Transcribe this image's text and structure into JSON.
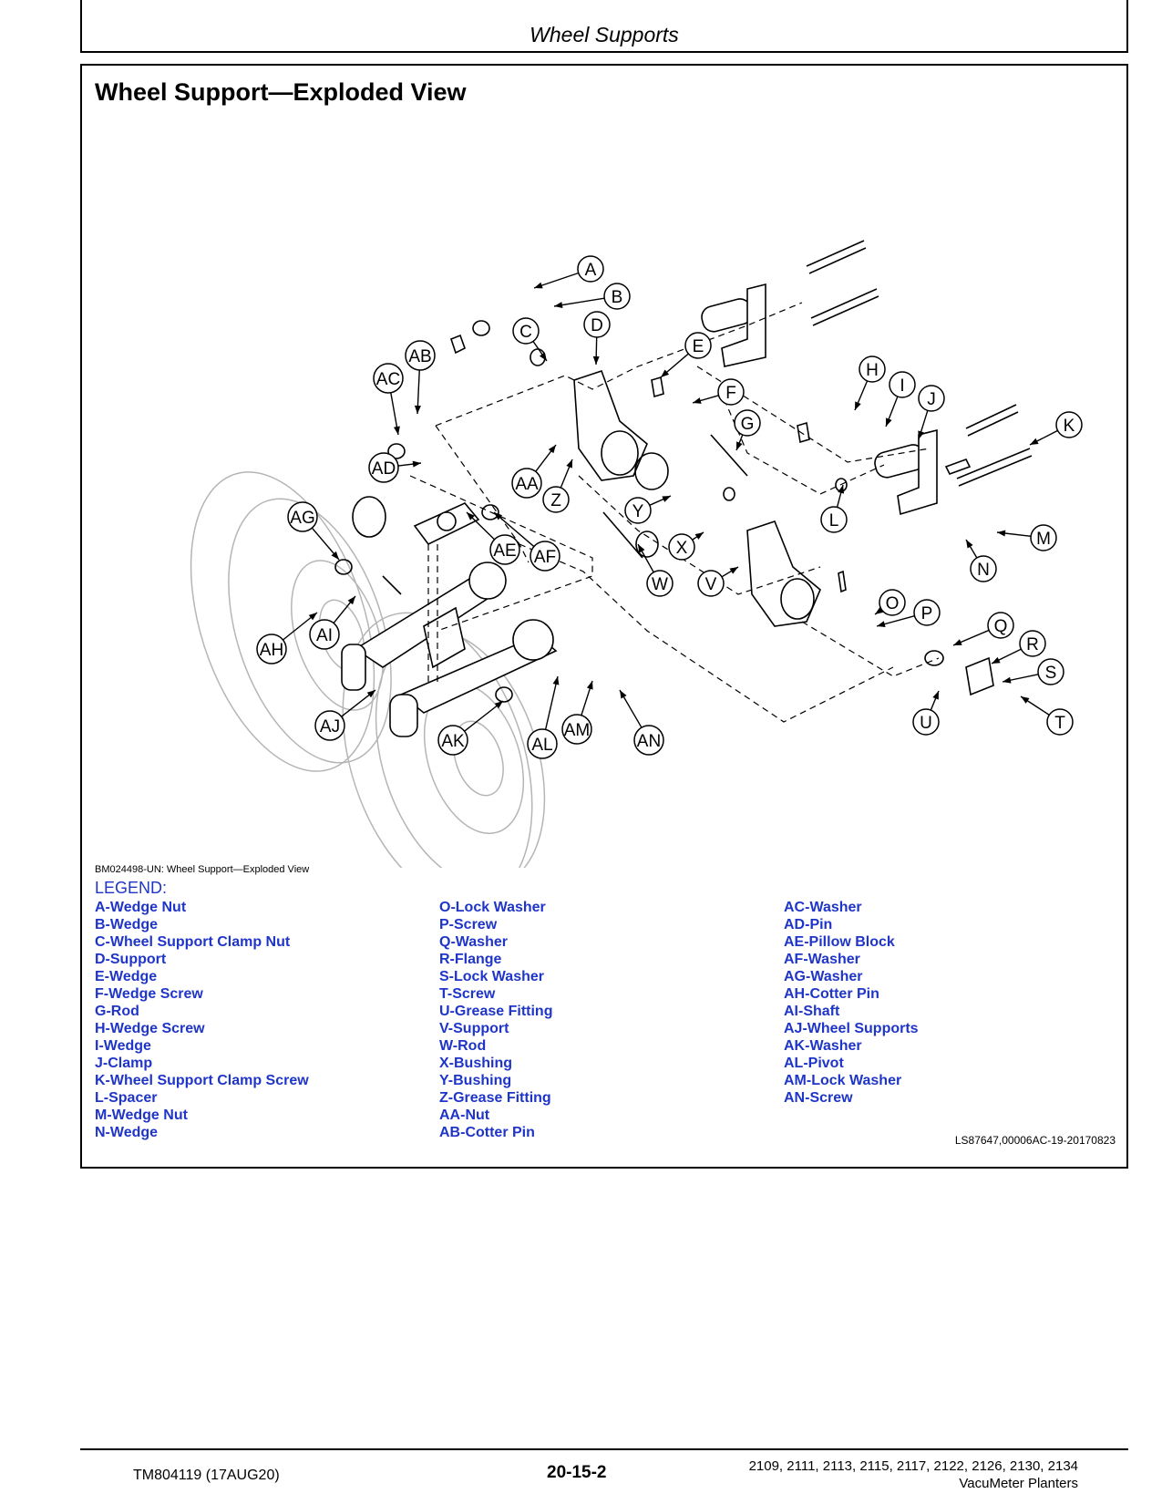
{
  "header": {
    "title": "Wheel Supports"
  },
  "section": {
    "title": "Wheel Support—Exploded View"
  },
  "figure": {
    "caption": "BM024498-UN: Wheel Support—Exploded View",
    "callouts": [
      "A",
      "B",
      "C",
      "D",
      "E",
      "F",
      "G",
      "H",
      "I",
      "J",
      "K",
      "L",
      "M",
      "N",
      "O",
      "P",
      "Q",
      "R",
      "S",
      "T",
      "U",
      "V",
      "W",
      "X",
      "Y",
      "Z",
      "AA",
      "AB",
      "AC",
      "AD",
      "AE",
      "AF",
      "AG",
      "AH",
      "AI",
      "AJ",
      "AK",
      "AL",
      "AM",
      "AN"
    ]
  },
  "legend": {
    "heading": "LEGEND:",
    "col1": [
      "A-Wedge Nut",
      "B-Wedge",
      "C-Wheel Support Clamp Nut",
      "D-Support",
      "E-Wedge",
      "F-Wedge Screw",
      "G-Rod",
      "H-Wedge Screw",
      "I-Wedge",
      "J-Clamp",
      "K-Wheel Support Clamp Screw",
      "L-Spacer",
      "M-Wedge Nut",
      "N-Wedge"
    ],
    "col2": [
      "O-Lock Washer",
      "P-Screw",
      "Q-Washer",
      "R-Flange",
      "S-Lock Washer",
      "T-Screw",
      "U-Grease Fitting",
      "V-Support",
      "W-Rod",
      "X-Bushing",
      "Y-Bushing",
      "Z-Grease Fitting",
      "AA-Nut",
      "AB-Cotter Pin"
    ],
    "col3": [
      "AC-Washer",
      "AD-Pin",
      "AE-Pillow Block",
      "AF-Washer",
      "AG-Washer",
      "AH-Cotter Pin",
      "AI-Shaft",
      "AJ-Wheel Supports",
      "AK-Washer",
      "AL-Pivot",
      "AM-Lock Washer",
      "AN-Screw"
    ]
  },
  "doc_ref": "LS87647,00006AC-19-20170823",
  "footer": {
    "left": "TM804119 (17AUG20)",
    "center": "20-15-2",
    "right_line1": "2109, 2111, 2113, 2115, 2117, 2122, 2126, 2130, 2134",
    "right_line2": "VacuMeter Planters"
  }
}
